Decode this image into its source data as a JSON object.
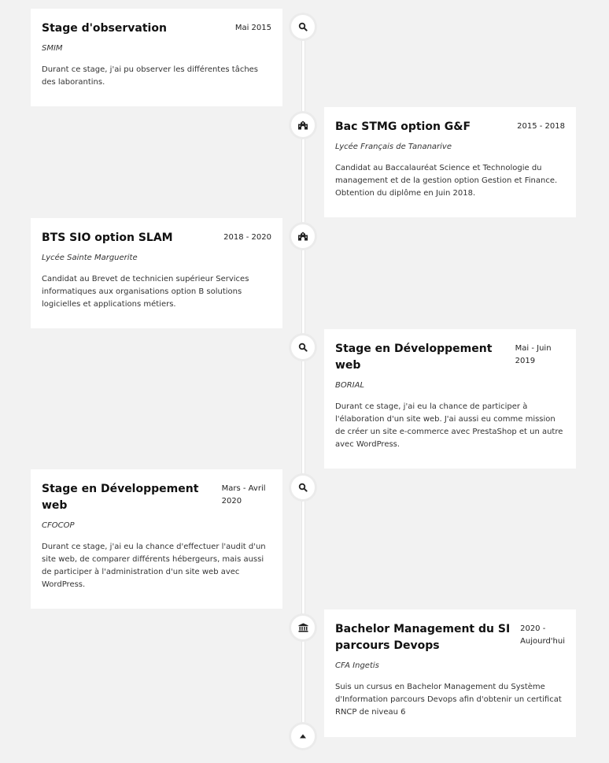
{
  "timeline": {
    "items": [
      {
        "title": "Stage d'observation",
        "date": "Mai 2015",
        "org": "SMIM",
        "description": "Durant ce stage, j'ai pu observer les différentes tâches des laborantins.",
        "icon": "search-icon"
      },
      {
        "title": "Bac STMG option G&F",
        "date": "2015 - 2018",
        "org": "Lycée Français de Tananarive",
        "description": "Candidat au Baccalauréat Science et Technologie du management et de la gestion option Gestion et Finance. Obtention du diplôme en Juin 2018.",
        "icon": "school-icon"
      },
      {
        "title": "BTS SIO option SLAM",
        "date": "2018 - 2020",
        "org": "Lycée Sainte Marguerite",
        "description": "Candidat au Brevet de technicien supérieur Services informatiques aux organisations option B solutions logicielles et applications métiers.",
        "icon": "school-icon"
      },
      {
        "title": "Stage en Développement web",
        "date": "Mai - Juin 2019",
        "org": "BORIAL",
        "description": "Durant ce stage, j'ai eu la chance de participer à l'élaboration d'un site web. J'ai aussi eu comme mission de créer un site e-commerce avec PrestaShop et un autre avec WordPress.",
        "icon": "search-icon"
      },
      {
        "title": "Stage en Développement web",
        "date": "Mars - Avril 2020",
        "org": "CFOCOP",
        "description": "Durant ce stage, j'ai eu la chance d'effectuer l'audit d'un site web, de comparer différents hébergeurs, mais aussi de participer à l'administration d'un site web avec WordPress.",
        "icon": "search-icon"
      },
      {
        "title": "Bachelor Management du SI parcours Devops",
        "date": "2020 - Aujourd'hui",
        "org": "CFA Ingetis",
        "description": "Suis un cursus en Bachelor Management du Système d'Information parcours Devops afin d'obtenir un certificat RNCP de niveau 6",
        "icon": "university-icon"
      }
    ],
    "end_icon": "arrow-up-icon"
  }
}
